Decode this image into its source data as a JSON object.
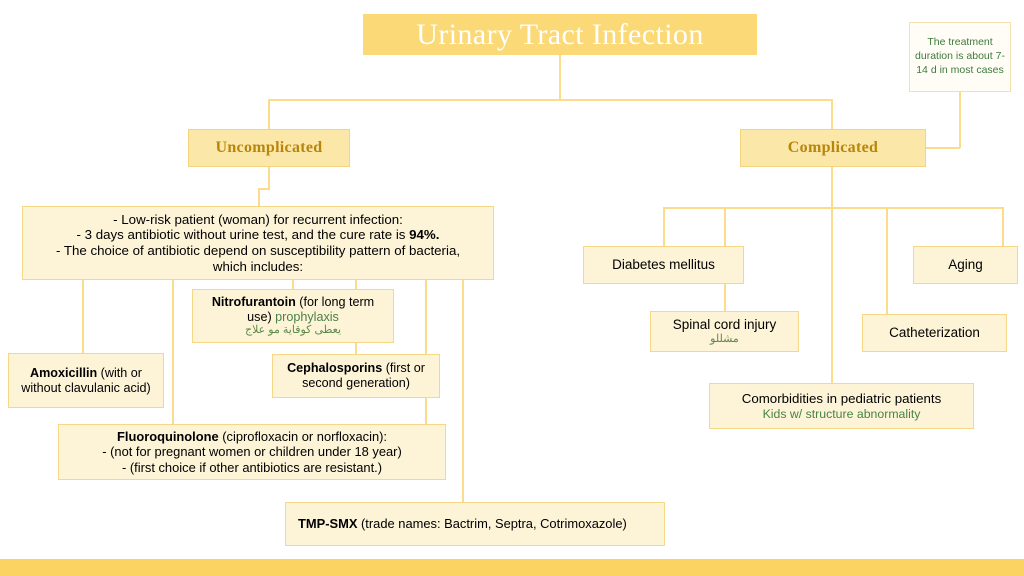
{
  "diagram": {
    "title": "Urinary Tract Infection",
    "note": "The treatment duration is about 7-14 d in most cases",
    "branches": {
      "uncomplicated": "Uncomplicated",
      "complicated": "Complicated"
    },
    "uncomplicated_detail": {
      "line1": "- Low-risk patient (woman) for recurrent infection:",
      "line2_a": "- 3 days antibiotic without urine test, and the cure rate is ",
      "line2_bold": "94%.",
      "line3": "- The choice of antibiotic depend on susceptibility pattern of bacteria,",
      "line4": "which includes:"
    },
    "antibiotics": {
      "nitrofurantoin": {
        "name": "Nitrofurantoin",
        "detail": " (for long term use) ",
        "green": "prophylaxis",
        "arabic": "يعطى كوقاية مو علاج"
      },
      "amoxicillin": {
        "name": "Amoxicillin",
        "detail": " (with or without clavulanic acid)"
      },
      "cephalosporins": {
        "name": "Cephalosporins",
        "detail": " (first or second generation)"
      },
      "fluoroquinolone": {
        "name": "Fluoroquinolone",
        "detail": " (ciprofloxacin or norfloxacin):",
        "line2": "- (not for pregnant women or children under 18 year)",
        "line3": "- (first choice if other antibiotics are resistant.)"
      },
      "tmp_smx": {
        "name": "TMP-SMX",
        "detail": " (trade names: Bactrim, Septra, Cotrimoxazole)"
      }
    },
    "complicated_factors": {
      "diabetes": "Diabetes mellitus",
      "spinal_cord_injury": "Spinal cord injury",
      "spinal_cord_injury_arabic": "مشللو",
      "aging": "Aging",
      "catheterization": "Catheterization",
      "comorbidities": "Comorbidities in pediatric patients",
      "comorbidities_sub": "Kids w/ structure abnormality"
    },
    "colors": {
      "title_bg": "#fbd977",
      "branch_bg": "#fbe7a8",
      "node_bg": "#fdf3d7",
      "node_border": "#f6d785",
      "connector": "#fbdc8d",
      "branch_text": "#b8860b",
      "green_text": "#4a8247",
      "bottom_bar": "#fbd362"
    }
  }
}
